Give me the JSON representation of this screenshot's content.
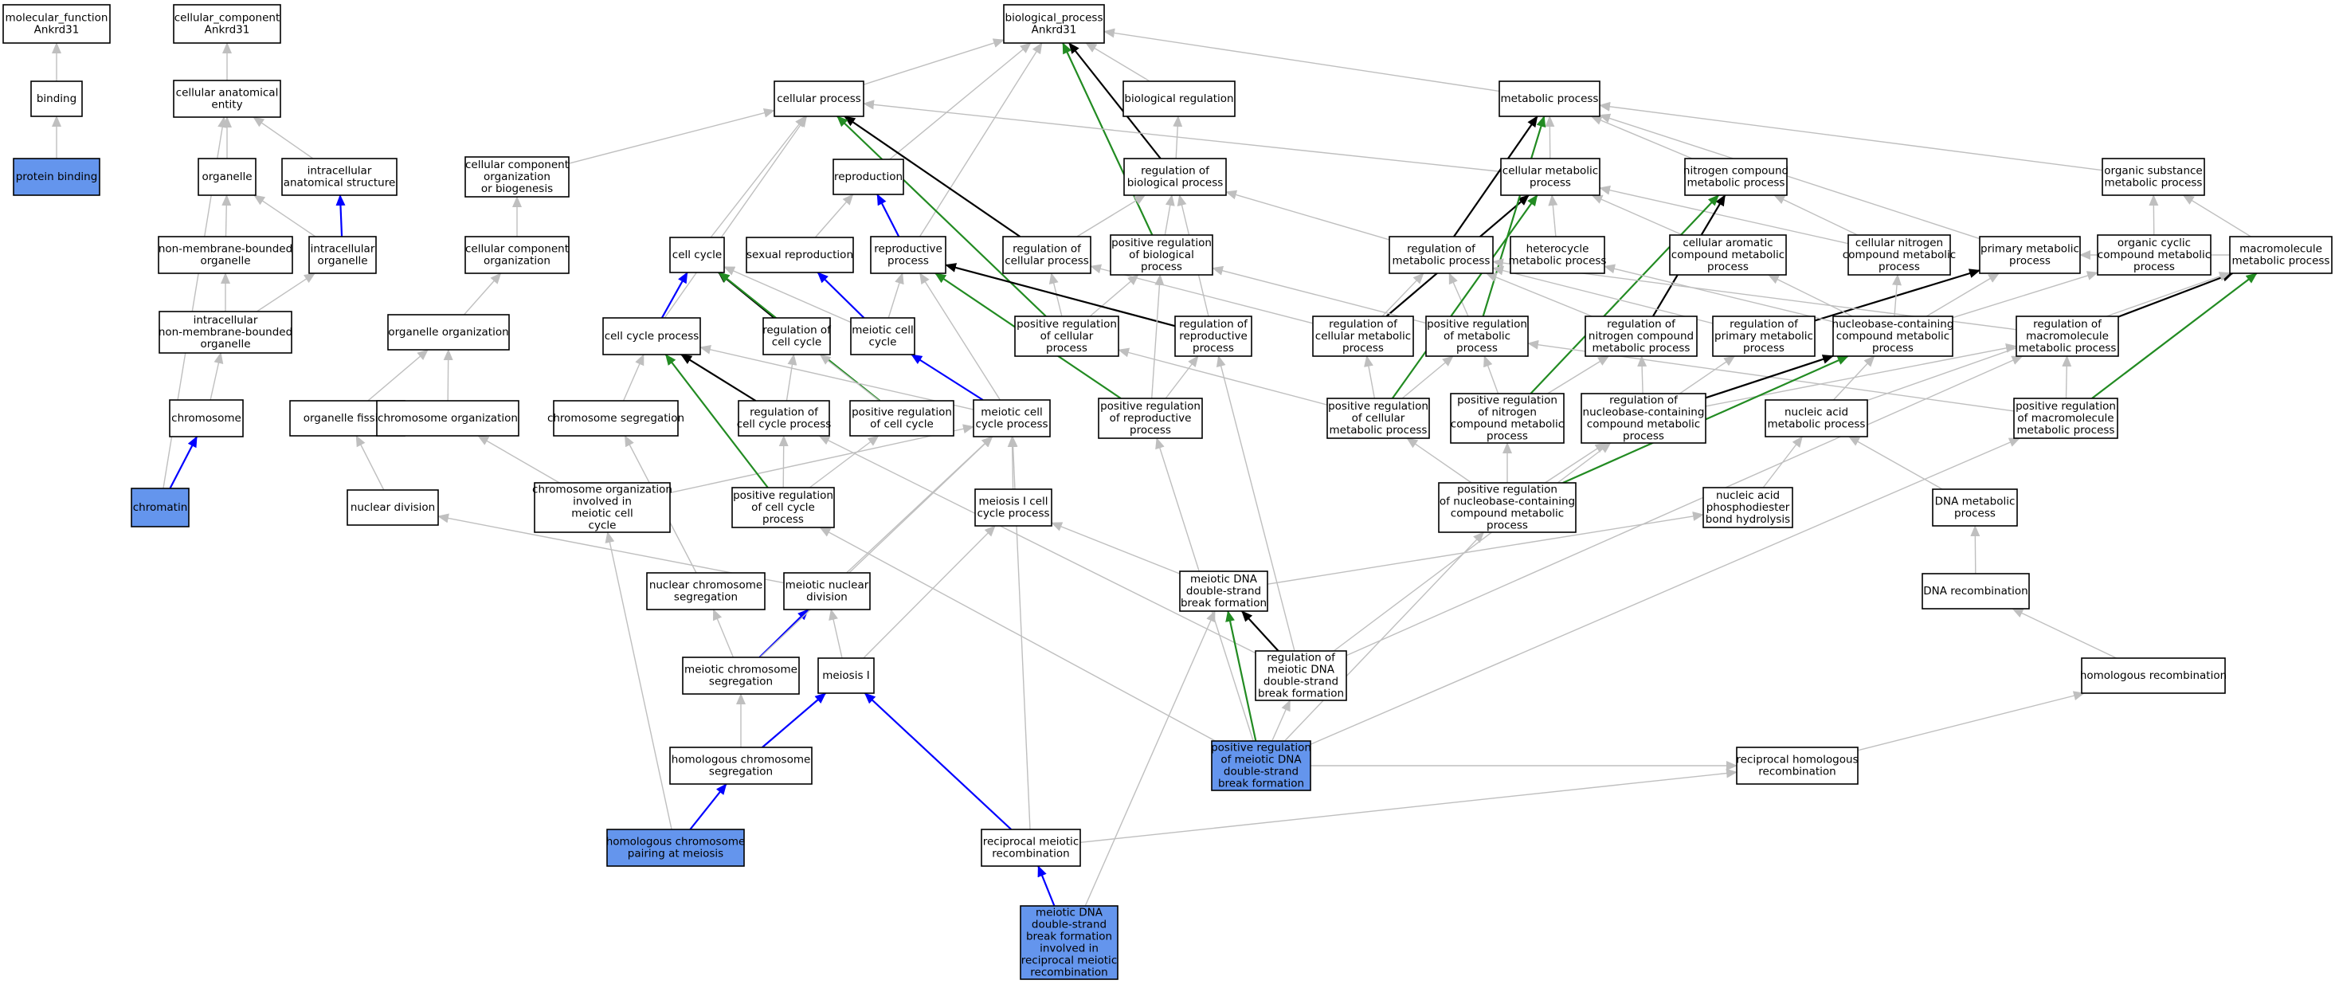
{
  "legend_colors": {
    "gray": "#bfbfbf",
    "black": "#000000",
    "green": "#228b22",
    "blue": "#0000ff",
    "highlight": "#6495ed",
    "plain": "#ffffff"
  },
  "nodes": {
    "mf": {
      "lines": [
        "molecular_function",
        "Ankrd31"
      ]
    },
    "cc": {
      "lines": [
        "cellular_component",
        "Ankrd31"
      ]
    },
    "bp": {
      "lines": [
        "biological_process",
        "Ankrd31"
      ]
    },
    "binding": {
      "lines": [
        "binding"
      ]
    },
    "cae": {
      "lines": [
        "cellular anatomical",
        "entity"
      ]
    },
    "cellproc": {
      "lines": [
        "cellular process"
      ]
    },
    "bioreg": {
      "lines": [
        "biological regulation"
      ]
    },
    "metab": {
      "lines": [
        "metabolic process"
      ]
    },
    "protbind": {
      "lines": [
        "protein binding"
      ],
      "highlight": true
    },
    "organelle": {
      "lines": [
        "organelle"
      ]
    },
    "ias": {
      "lines": [
        "intracellular",
        "anatomical structure"
      ]
    },
    "ccob": {
      "lines": [
        "cellular component",
        "organization",
        "or biogenesis"
      ]
    },
    "repro": {
      "lines": [
        "reproduction"
      ]
    },
    "regbio": {
      "lines": [
        "regulation of",
        "biological process"
      ]
    },
    "cellmet": {
      "lines": [
        "cellular metabolic",
        "process"
      ]
    },
    "nitro": {
      "lines": [
        "nitrogen compound",
        "metabolic process"
      ]
    },
    "orgsub": {
      "lines": [
        "organic substance",
        "metabolic process"
      ]
    },
    "nmbo": {
      "lines": [
        "non-membrane-bounded",
        "organelle"
      ]
    },
    "intorg": {
      "lines": [
        "intracellular",
        "organelle"
      ]
    },
    "cco": {
      "lines": [
        "cellular component",
        "organization"
      ]
    },
    "cellcycle": {
      "lines": [
        "cell cycle"
      ]
    },
    "sexrep": {
      "lines": [
        "sexual reproduction"
      ]
    },
    "reproproc": {
      "lines": [
        "reproductive",
        "process"
      ]
    },
    "regcell": {
      "lines": [
        "regulation of",
        "cellular process"
      ]
    },
    "posregbio": {
      "lines": [
        "positive regulation",
        "of biological",
        "process"
      ]
    },
    "regmet": {
      "lines": [
        "regulation of",
        "metabolic process"
      ]
    },
    "hetero": {
      "lines": [
        "heterocycle",
        "metabolic process"
      ]
    },
    "aromatic": {
      "lines": [
        "cellular aromatic",
        "compound metabolic",
        "process"
      ]
    },
    "cnitro": {
      "lines": [
        "cellular nitrogen",
        "compound metabolic",
        "process"
      ]
    },
    "primary": {
      "lines": [
        "primary metabolic",
        "process"
      ]
    },
    "orgcyc": {
      "lines": [
        "organic cyclic",
        "compound metabolic",
        "process"
      ]
    },
    "macro": {
      "lines": [
        "macromolecule",
        "metabolic process"
      ]
    },
    "inmbo": {
      "lines": [
        "intracellular",
        "non-membrane-bounded",
        "organelle"
      ]
    },
    "orgorg": {
      "lines": [
        "organelle organization"
      ]
    },
    "ccproc": {
      "lines": [
        "cell cycle process"
      ]
    },
    "regcc": {
      "lines": [
        "regulation of",
        "cell cycle"
      ]
    },
    "meicc": {
      "lines": [
        "meiotic cell",
        "cycle"
      ]
    },
    "posregcell": {
      "lines": [
        "positive regulation",
        "of cellular",
        "process"
      ]
    },
    "regrep": {
      "lines": [
        "regulation of",
        "reproductive",
        "process"
      ]
    },
    "regcellmet": {
      "lines": [
        "regulation of",
        "cellular metabolic",
        "process"
      ]
    },
    "posregmet": {
      "lines": [
        "positive regulation",
        "of metabolic",
        "process"
      ]
    },
    "regnitro": {
      "lines": [
        "regulation of",
        "nitrogen compound",
        "metabolic process"
      ]
    },
    "regprim": {
      "lines": [
        "regulation of",
        "primary metabolic",
        "process"
      ]
    },
    "nbc": {
      "lines": [
        "nucleobase-containing",
        "compound metabolic",
        "process"
      ]
    },
    "regmacro": {
      "lines": [
        "regulation of",
        "macromolecule",
        "metabolic process"
      ]
    },
    "chromosome": {
      "lines": [
        "chromosome"
      ]
    },
    "orgfis": {
      "lines": [
        "organelle fission"
      ]
    },
    "chromorg": {
      "lines": [
        "chromosome organization"
      ]
    },
    "chromseg": {
      "lines": [
        "chromosome segregation"
      ]
    },
    "regccp": {
      "lines": [
        "regulation of",
        "cell cycle process"
      ]
    },
    "posregcc": {
      "lines": [
        "positive regulation",
        "of cell cycle"
      ]
    },
    "meiccp": {
      "lines": [
        "meiotic cell",
        "cycle process"
      ]
    },
    "posregrep": {
      "lines": [
        "positive regulation",
        "of reproductive",
        "process"
      ]
    },
    "posregcellmet": {
      "lines": [
        "positive regulation",
        "of cellular",
        "metabolic process"
      ]
    },
    "posregnitro": {
      "lines": [
        "positive regulation",
        "of nitrogen",
        "compound metabolic",
        "process"
      ]
    },
    "regnbc": {
      "lines": [
        "regulation of",
        "nucleobase-containing",
        "compound metabolic",
        "process"
      ]
    },
    "nucacid": {
      "lines": [
        "nucleic acid",
        "metabolic process"
      ]
    },
    "posregmacro": {
      "lines": [
        "positive regulation",
        "of macromolecule",
        "metabolic process"
      ]
    },
    "chromatin": {
      "lines": [
        "chromatin"
      ],
      "highlight": true
    },
    "nucdiv": {
      "lines": [
        "nuclear division"
      ]
    },
    "corgmei": {
      "lines": [
        "chromosome organization",
        "involved in",
        "meiotic cell",
        "cycle"
      ]
    },
    "posregccp": {
      "lines": [
        "positive regulation",
        "of cell cycle",
        "process"
      ]
    },
    "meiccp1": {
      "lines": [
        "meiosis I cell",
        "cycle process"
      ]
    },
    "posregnbc": {
      "lines": [
        "positive regulation",
        "of nucleobase-containing",
        "compound metabolic",
        "process"
      ]
    },
    "nahydro": {
      "lines": [
        "nucleic acid",
        "phosphodiester",
        "bond hydrolysis"
      ]
    },
    "dnamet": {
      "lines": [
        "DNA metabolic",
        "process"
      ]
    },
    "ncseg": {
      "lines": [
        "nuclear chromosome",
        "segregation"
      ]
    },
    "meinucdiv": {
      "lines": [
        "meiotic nuclear",
        "division"
      ]
    },
    "mdsb": {
      "lines": [
        "meiotic DNA",
        "double-strand",
        "break formation"
      ]
    },
    "dnarec": {
      "lines": [
        "DNA recombination"
      ]
    },
    "mchromseg": {
      "lines": [
        "meiotic chromosome",
        "segregation"
      ]
    },
    "meiosis1": {
      "lines": [
        "meiosis I"
      ]
    },
    "regmdsb": {
      "lines": [
        "regulation of",
        "meiotic DNA",
        "double-strand",
        "break formation"
      ]
    },
    "homrec": {
      "lines": [
        "homologous recombination"
      ]
    },
    "hcseg": {
      "lines": [
        "homologous chromosome",
        "segregation"
      ]
    },
    "posregmdsb": {
      "lines": [
        "positive regulation",
        "of meiotic DNA",
        "double-strand",
        "break formation"
      ],
      "highlight": true
    },
    "rhr": {
      "lines": [
        "reciprocal homologous",
        "recombination"
      ]
    },
    "hcpair": {
      "lines": [
        "homologous chromosome",
        "pairing at meiosis"
      ],
      "highlight": true
    },
    "rmr": {
      "lines": [
        "reciprocal meiotic",
        "recombination"
      ]
    },
    "mdsbrmr": {
      "lines": [
        "meiotic DNA",
        "double-strand",
        "break formation",
        "involved in",
        "reciprocal meiotic",
        "recombination"
      ],
      "highlight": true
    }
  },
  "edges": [
    [
      "binding",
      "mf",
      "gray"
    ],
    [
      "protbind",
      "binding",
      "gray"
    ],
    [
      "cae",
      "cc",
      "gray"
    ],
    [
      "organelle",
      "cae",
      "gray"
    ],
    [
      "ias",
      "cae",
      "gray"
    ],
    [
      "nmbo",
      "organelle",
      "gray"
    ],
    [
      "intorg",
      "organelle",
      "gray"
    ],
    [
      "intorg",
      "ias",
      "blue"
    ],
    [
      "inmbo",
      "nmbo",
      "gray"
    ],
    [
      "inmbo",
      "intorg",
      "gray"
    ],
    [
      "chromosome",
      "inmbo",
      "gray"
    ],
    [
      "chromatin",
      "chromosome",
      "blue"
    ],
    [
      "chromatin",
      "cae",
      "gray"
    ],
    [
      "cellproc",
      "bp",
      "gray"
    ],
    [
      "bioreg",
      "bp",
      "gray"
    ],
    [
      "metab",
      "bp",
      "gray"
    ],
    [
      "repro",
      "bp",
      "gray"
    ],
    [
      "regbio",
      "bp",
      "black"
    ],
    [
      "posregbio",
      "bp",
      "green"
    ],
    [
      "reproproc",
      "bp",
      "gray"
    ],
    [
      "regbio",
      "bioreg",
      "gray"
    ],
    [
      "posregbio",
      "regbio",
      "gray"
    ],
    [
      "ccob",
      "cellproc",
      "gray"
    ],
    [
      "cco",
      "ccob",
      "gray"
    ],
    [
      "orgorg",
      "cco",
      "gray"
    ],
    [
      "orgfis",
      "orgorg",
      "gray"
    ],
    [
      "chromorg",
      "orgorg",
      "gray"
    ],
    [
      "nucdiv",
      "orgfis",
      "gray"
    ],
    [
      "corgmei",
      "chromorg",
      "gray"
    ],
    [
      "corgmei",
      "meiccp",
      "gray"
    ],
    [
      "cellcycle",
      "cellproc",
      "gray"
    ],
    [
      "ccproc",
      "cellproc",
      "gray"
    ],
    [
      "ccproc",
      "cellcycle",
      "blue"
    ],
    [
      "regcc",
      "cellcycle",
      "black"
    ],
    [
      "posregcc",
      "cellcycle",
      "green"
    ],
    [
      "posregcc",
      "regcc",
      "gray"
    ],
    [
      "regccp",
      "ccproc",
      "black"
    ],
    [
      "regccp",
      "regcc",
      "gray"
    ],
    [
      "posregccp",
      "ccproc",
      "green"
    ],
    [
      "posregccp",
      "regccp",
      "gray"
    ],
    [
      "posregccp",
      "posregcc",
      "gray"
    ],
    [
      "meicc",
      "cellcycle",
      "gray"
    ],
    [
      "meicc",
      "sexrep",
      "blue"
    ],
    [
      "meicc",
      "reproproc",
      "gray"
    ],
    [
      "meiccp",
      "meicc",
      "blue"
    ],
    [
      "meiccp",
      "ccproc",
      "gray"
    ],
    [
      "meiccp",
      "reproproc",
      "gray"
    ],
    [
      "meiccp1",
      "meiccp",
      "gray"
    ],
    [
      "sexrep",
      "repro",
      "gray"
    ],
    [
      "reproproc",
      "repro",
      "blue"
    ],
    [
      "regcell",
      "cellproc",
      "black"
    ],
    [
      "regcell",
      "regbio",
      "gray"
    ],
    [
      "posregcell",
      "regcell",
      "gray"
    ],
    [
      "posregcell",
      "posregbio",
      "gray"
    ],
    [
      "posregcell",
      "cellproc",
      "green"
    ],
    [
      "regrep",
      "reproproc",
      "black"
    ],
    [
      "regrep",
      "regbio",
      "gray"
    ],
    [
      "posregrep",
      "regrep",
      "gray"
    ],
    [
      "posregrep",
      "reproproc",
      "green"
    ],
    [
      "posregrep",
      "posregbio",
      "gray"
    ],
    [
      "cellmet",
      "metab",
      "gray"
    ],
    [
      "cellmet",
      "cellproc",
      "gray"
    ],
    [
      "nitro",
      "metab",
      "gray"
    ],
    [
      "orgsub",
      "metab",
      "gray"
    ],
    [
      "primary",
      "metab",
      "gray"
    ],
    [
      "macro",
      "orgsub",
      "gray"
    ],
    [
      "macro",
      "primary",
      "gray"
    ],
    [
      "hetero",
      "cellmet",
      "gray"
    ],
    [
      "aromatic",
      "cellmet",
      "gray"
    ],
    [
      "cnitro",
      "cellmet",
      "gray"
    ],
    [
      "cnitro",
      "nitro",
      "gray"
    ],
    [
      "orgcyc",
      "orgsub",
      "gray"
    ],
    [
      "regmet",
      "metab",
      "black"
    ],
    [
      "regmet",
      "regbio",
      "gray"
    ],
    [
      "regcellmet",
      "cellmet",
      "black"
    ],
    [
      "regcellmet",
      "regmet",
      "gray"
    ],
    [
      "regcellmet",
      "regcell",
      "gray"
    ],
    [
      "posregmet",
      "metab",
      "green"
    ],
    [
      "posregmet",
      "regmet",
      "gray"
    ],
    [
      "posregmet",
      "posregbio",
      "gray"
    ],
    [
      "posregcellmet",
      "cellmet",
      "green"
    ],
    [
      "posregcellmet",
      "regcellmet",
      "gray"
    ],
    [
      "posregcellmet",
      "posregmet",
      "gray"
    ],
    [
      "posregcellmet",
      "posregcell",
      "gray"
    ],
    [
      "regnitro",
      "nitro",
      "black"
    ],
    [
      "regnitro",
      "regmet",
      "gray"
    ],
    [
      "posregnitro",
      "nitro",
      "green"
    ],
    [
      "posregnitro",
      "regnitro",
      "gray"
    ],
    [
      "posregnitro",
      "posregmet",
      "gray"
    ],
    [
      "regprim",
      "primary",
      "black"
    ],
    [
      "regprim",
      "regmet",
      "gray"
    ],
    [
      "regmacro",
      "macro",
      "black"
    ],
    [
      "regmacro",
      "regmet",
      "gray"
    ],
    [
      "posregmacro",
      "macro",
      "green"
    ],
    [
      "posregmacro",
      "regmacro",
      "gray"
    ],
    [
      "posregmacro",
      "posregmet",
      "gray"
    ],
    [
      "nbc",
      "cnitro",
      "gray"
    ],
    [
      "nbc",
      "hetero",
      "gray"
    ],
    [
      "nbc",
      "aromatic",
      "gray"
    ],
    [
      "nbc",
      "orgcyc",
      "gray"
    ],
    [
      "nbc",
      "primary",
      "gray"
    ],
    [
      "regnbc",
      "nbc",
      "black"
    ],
    [
      "regnbc",
      "regnitro",
      "gray"
    ],
    [
      "regnbc",
      "regprim",
      "gray"
    ],
    [
      "regnbc",
      "regmacro",
      "gray"
    ],
    [
      "posregnbc",
      "nbc",
      "green"
    ],
    [
      "posregnbc",
      "regnbc",
      "gray"
    ],
    [
      "posregnbc",
      "posregnitro",
      "gray"
    ],
    [
      "posregnbc",
      "posregcellmet",
      "gray"
    ],
    [
      "nucacid",
      "nbc",
      "gray"
    ],
    [
      "nucacid",
      "macro",
      "gray"
    ],
    [
      "nahydro",
      "nucacid",
      "gray"
    ],
    [
      "dnamet",
      "nucacid",
      "gray"
    ],
    [
      "dnarec",
      "dnamet",
      "gray"
    ],
    [
      "homrec",
      "dnarec",
      "gray"
    ],
    [
      "rhr",
      "homrec",
      "gray"
    ],
    [
      "rmr",
      "rhr",
      "gray"
    ],
    [
      "chromseg",
      "ccproc",
      "gray"
    ],
    [
      "ncseg",
      "chromseg",
      "gray"
    ],
    [
      "meinucdiv",
      "nucdiv",
      "gray"
    ],
    [
      "meinucdiv",
      "meiccp",
      "gray"
    ],
    [
      "mchromseg",
      "ncseg",
      "gray"
    ],
    [
      "mchromseg",
      "meinucdiv",
      "blue"
    ],
    [
      "mchromseg",
      "meiccp",
      "gray"
    ],
    [
      "meiosis1",
      "meinucdiv",
      "gray"
    ],
    [
      "meiosis1",
      "meiccp1",
      "gray"
    ],
    [
      "hcseg",
      "mchromseg",
      "gray"
    ],
    [
      "hcseg",
      "meiosis1",
      "blue"
    ],
    [
      "hcpair",
      "hcseg",
      "blue"
    ],
    [
      "hcpair",
      "corgmei",
      "gray"
    ],
    [
      "rmr",
      "meiosis1",
      "blue"
    ],
    [
      "rmr",
      "meiccp",
      "gray"
    ],
    [
      "mdsb",
      "meiccp1",
      "gray"
    ],
    [
      "mdsb",
      "nahydro",
      "gray"
    ],
    [
      "regmdsb",
      "mdsb",
      "black"
    ],
    [
      "regmdsb",
      "regrep",
      "gray"
    ],
    [
      "regmdsb",
      "regccp",
      "gray"
    ],
    [
      "regmdsb",
      "regnbc",
      "gray"
    ],
    [
      "regmdsb",
      "regmacro",
      "gray"
    ],
    [
      "posregmdsb",
      "mdsb",
      "green"
    ],
    [
      "posregmdsb",
      "regmdsb",
      "gray"
    ],
    [
      "posregmdsb",
      "posregrep",
      "gray"
    ],
    [
      "posregmdsb",
      "posregccp",
      "gray"
    ],
    [
      "posregmdsb",
      "posregnbc",
      "gray"
    ],
    [
      "posregmdsb",
      "posregmacro",
      "gray"
    ],
    [
      "posregmdsb",
      "rhr",
      "gray"
    ],
    [
      "mdsbrmr",
      "rmr",
      "blue"
    ],
    [
      "mdsbrmr",
      "mdsb",
      "gray"
    ]
  ]
}
